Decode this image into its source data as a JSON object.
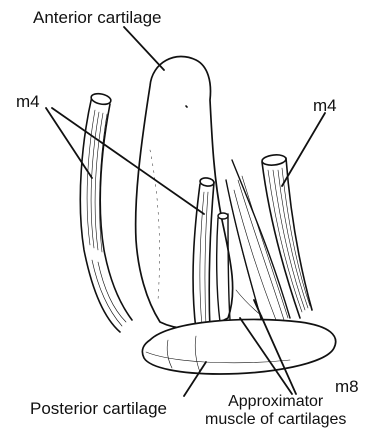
{
  "labels": {
    "anterior_cartilage": "Anterior cartilage",
    "m4_left": "m4",
    "m4_right": "m4",
    "posterior_cartilage": "Posterior cartilage",
    "approximator_line1": "Approximator",
    "approximator_line2": "muscle of cartilages",
    "m8": "m8"
  },
  "colors": {
    "ink": "#111111",
    "background": "#ffffff"
  }
}
